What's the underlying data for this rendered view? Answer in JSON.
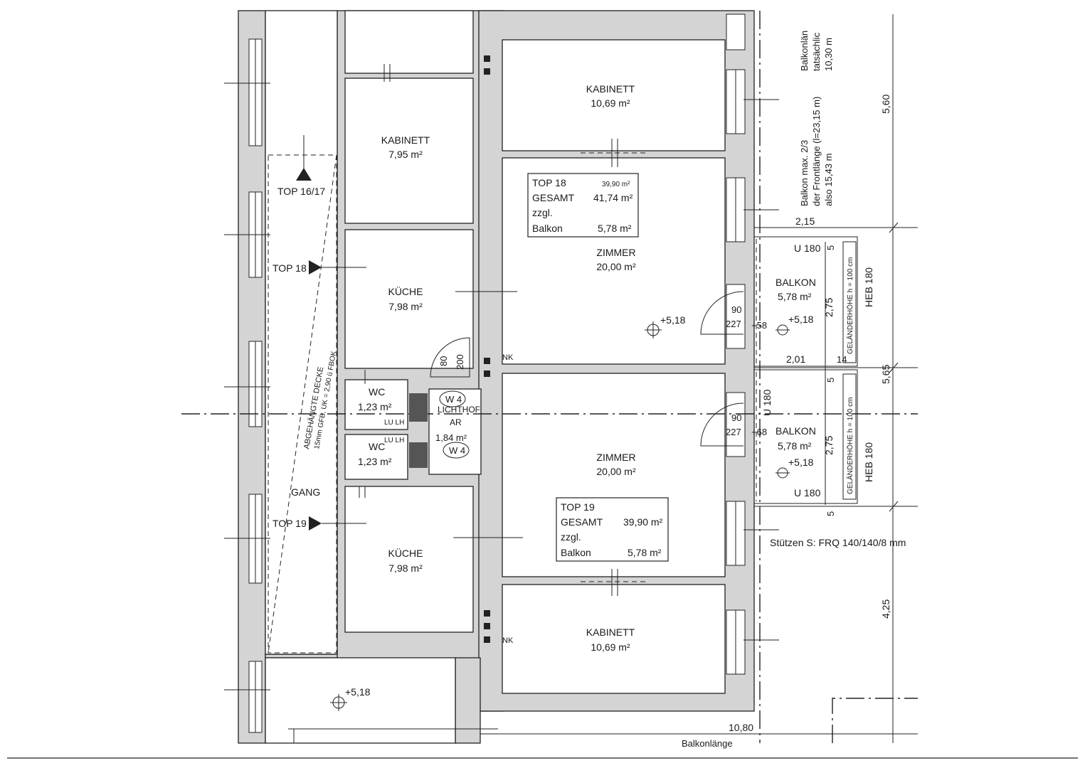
{
  "rooms": {
    "kabinett_top": {
      "name": "KABINETT",
      "area": "10,69 m²"
    },
    "kabinett_left": {
      "name": "KABINETT",
      "area": "7,95 m²"
    },
    "zimmer_18": {
      "name": "ZIMMER",
      "area": "20,00 m²"
    },
    "kueche_upper": {
      "name": "KÜCHE",
      "area": "7,98 m²"
    },
    "balkon_upper": {
      "name": "BALKON",
      "area": "5,78 m²",
      "level": "+5,18"
    },
    "wc_upper": {
      "name": "WC",
      "area": "1,23 m²"
    },
    "wc_lower": {
      "name": "WC",
      "area": "1,23 m²"
    },
    "lichthof": {
      "name": "LICHTHOF",
      "sub": "AR",
      "area": "1,84 m²"
    },
    "zimmer_19": {
      "name": "ZIMMER",
      "area": "20,00 m²"
    },
    "balkon_lower": {
      "name": "BALKON",
      "area": "5,78 m²",
      "level": "+5,18"
    },
    "gang": {
      "name": "GANG"
    },
    "kueche_lower": {
      "name": "KÜCHE",
      "area": "7,98 m²"
    },
    "kabinett_bottom": {
      "name": "KABINETT",
      "area": "10,69 m²"
    }
  },
  "top18_box": {
    "title": "TOP 18",
    "small": "39,90 m²",
    "gesamt_label": "GESAMT",
    "gesamt_value": "41,74 m²",
    "zzgl": "zzgl.",
    "balkon_label": "Balkon",
    "balkon_value": "5,78 m²"
  },
  "top19_box": {
    "title": "TOP 19",
    "gesamt_label": "GESAMT",
    "gesamt_value": "39,90 m²",
    "zzgl": "zzgl.",
    "balkon_label": "Balkon",
    "balkon_value": "5,78 m²"
  },
  "markers": {
    "top1617": "TOP 16/17",
    "top18": "TOP 18",
    "top19": "TOP 19",
    "decke_line1": "ABGEHÄNGTE DECKE",
    "decke_line2": "15mm GFB, UK = 2,90 ü FBOK"
  },
  "levels": {
    "zimmer18": "+5,18",
    "entry": "+5,18",
    "door_upper": "+58",
    "door_lower": "+68"
  },
  "door_dims": {
    "upper_w": "90",
    "upper_h": "227",
    "lower_w": "90",
    "lower_h": "227",
    "lichthof_w": "80",
    "lichthof_h": "200"
  },
  "tags": {
    "nk_upper": "NK",
    "nk_lower": "NK",
    "lu_lh_1": "LU LH",
    "lu_lh_2": "LU LH",
    "w4_upper": "W 4",
    "w4_lower": "W 4"
  },
  "beams": {
    "u180_top": "U 180",
    "u180_side": "U 180",
    "u180_bottom": "U 180",
    "heb_upper": "HEB 180",
    "heb_lower": "HEB 180",
    "gel_upper": "GELÄNDERHÖHE h = 100 cm",
    "gel_lower": "GELÄNDERHÖHE h = 100 cm"
  },
  "dimensions": {
    "d215": "2,15",
    "d201": "2,01",
    "d14": "14",
    "d275_upper": "2,75",
    "d275_lower": "2,75",
    "d5_a": "5",
    "d5_b": "5",
    "d5_c": "5",
    "d560": "5,60",
    "d565": "5,65",
    "d425": "4,25",
    "d1080": "10,80"
  },
  "notes": {
    "balkon_max_1": "Balkon max. 2/3",
    "balkon_max_2": "der Frontlänge (l=23,15 m)",
    "balkon_max_3": "also 15,43 m",
    "balkon_len_1": "Balkonlän",
    "balkon_len_2": "tatsächlic",
    "balkon_len_3": "10,30 m",
    "stuetzen": "Stützen S: FRQ 140/140/8 mm",
    "bottom_label": "Balkonlänge"
  }
}
